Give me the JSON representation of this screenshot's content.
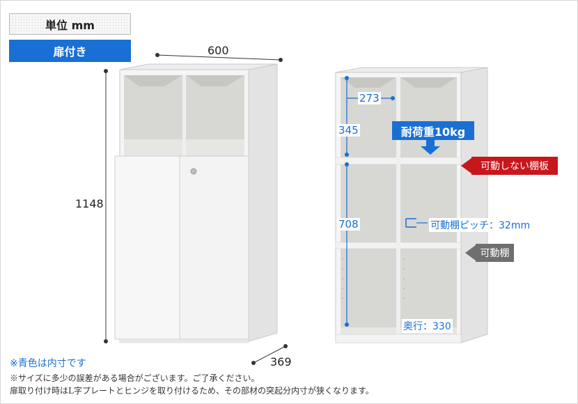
{
  "header": {
    "unit_label": "単位 mm",
    "type_label": "扉付き"
  },
  "left_cabinet": {
    "width": "600",
    "height": "1148",
    "depth": "369"
  },
  "right_cabinet": {
    "inner_width": "273",
    "upper_height": "345",
    "lower_height": "708",
    "load_label": "耐荷重10kg",
    "fixed_shelf_tag": "可動しない棚板",
    "shelf_pitch": "可動棚ピッチ：32mm",
    "movable_shelf_tag": "可動棚",
    "depth": "奥行：330"
  },
  "notes": {
    "blue_note": "※青色は内寸です",
    "note_1": "※サイズに多少の誤差がある場合がございます。ご了承ください。",
    "note_2": "扉取り付け時はL字プレートとヒンジを取り付けるため、その部材の突起分内寸が狭くなります。"
  },
  "colors": {
    "accent_blue": "#1a6fd4",
    "tag_red": "#c8161d",
    "tag_gray": "#6f6f6f",
    "cabinet_white": "#f4f4f4",
    "cabinet_inner": "#d9d9d6"
  }
}
